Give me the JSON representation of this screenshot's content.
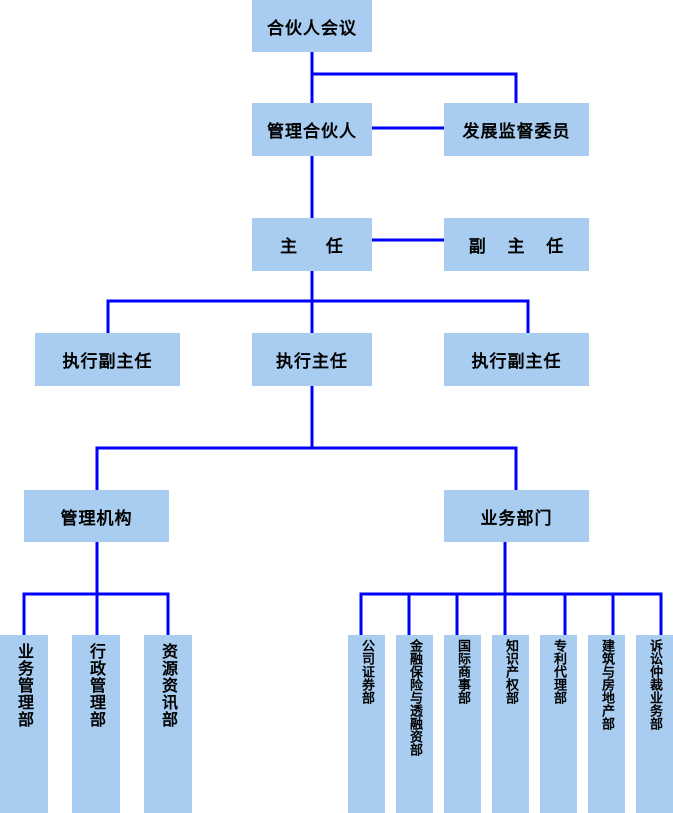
{
  "org_chart": {
    "partners_meeting": "合伙人会议",
    "managing_partner": "管理合伙人",
    "dev_supervisor": "发展监督委员",
    "director": "主    任",
    "deputy_director": "副   主   任",
    "exec_deputy_left": "执行副主任",
    "exec_director": "执行主任",
    "exec_deputy_right": "执行副主任",
    "management_org": "管理机构",
    "business_dept": "业务部门",
    "management_units": [
      "业务管理部",
      "行政管理部",
      "资源资讯部"
    ],
    "business_units": [
      "公司证券部",
      "金融保险与透融资部",
      "国际商事部",
      "知识产权部",
      "专利代理部",
      "建筑与房地产部",
      "诉讼仲裁业务部"
    ]
  },
  "colors": {
    "box_fill": "#a8cdf1",
    "line": "#0000ff"
  }
}
